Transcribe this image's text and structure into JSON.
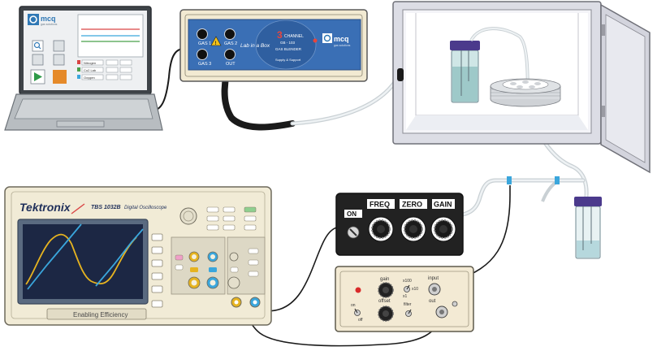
{
  "laptop": {
    "logo_text": "mcq",
    "logo_sub": "gas solutions",
    "panel_labels": [
      "Nitrogen",
      "Co2 Lab",
      "Oxygen"
    ]
  },
  "gas_blender": {
    "port_labels": [
      "GAS 1",
      "GAS 2",
      "GAS 3",
      "OUT"
    ],
    "script_text": "Lab in a Box",
    "channel_number": "3",
    "channel_word": "CHANNEL",
    "model": "GB - 103",
    "subtitle": "GAS BLENDER",
    "footer": "Supply & Support",
    "logo_text": "mcq",
    "logo_sub": "gas solutions"
  },
  "oscilloscope": {
    "brand": "Tektronix",
    "model": "TBS 1032B",
    "type": "Digital Oscilloscope",
    "slogan": "Enabling Efficiency"
  },
  "knob_box": {
    "labels": [
      "ON",
      "FREQ",
      "ZERO",
      "GAIN"
    ]
  },
  "amplifier": {
    "labels": [
      "gain",
      "x100",
      "x10",
      "x1",
      "input",
      "offset",
      "filter",
      "on",
      "off",
      "out"
    ]
  },
  "colors": {
    "tube_dark": "#1a1a1a",
    "tube_light": "#dfe5e8",
    "purple_cap": "#4b3a8c",
    "trace_yellow": "#e6b320",
    "trace_blue": "#3aa6dc",
    "screen_bg": "#1c2744",
    "panel_black": "#222222",
    "amp_bg": "#f3ead4"
  }
}
